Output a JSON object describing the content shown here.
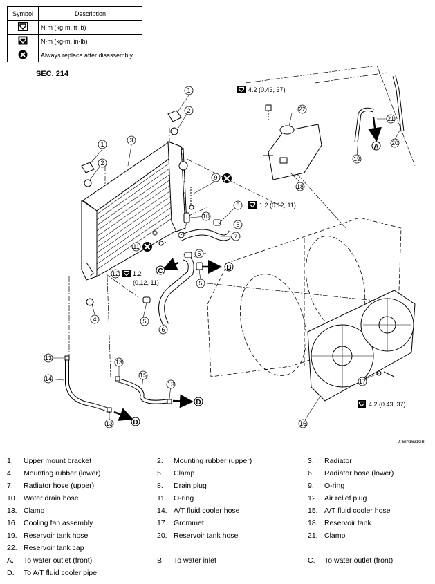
{
  "legend": {
    "header_symbol": "Symbol",
    "header_description": "Description",
    "rows": [
      {
        "icon": "torque-wrench-icon",
        "description": "N·m (kg-m, ft-lb)"
      },
      {
        "icon": "torque-wrench-icon",
        "description": "N·m (kg-m, in-lb)"
      },
      {
        "icon": "replace-x-icon",
        "description": "Always replace after disassembly."
      }
    ]
  },
  "section_label": "SEC. 214",
  "diagram_code": "JPBIA1631GB",
  "torque_labels": {
    "reservoir_bolt": "4.2 (0.43, 37)",
    "drain_plug": "1.2 (0.12, 11)",
    "air_relief_value": "1.2",
    "air_relief_units": "(0.12, 11)",
    "fan_bolt": "4.2 (0.43, 37)"
  },
  "callouts": [
    "1",
    "2",
    "3",
    "4",
    "5",
    "6",
    "7",
    "8",
    "9",
    "10",
    "11",
    "12",
    "13",
    "14",
    "15",
    "16",
    "17",
    "18",
    "19",
    "20",
    "21",
    "22"
  ],
  "direction_letters": [
    "A",
    "B",
    "C",
    "D"
  ],
  "parts": [
    {
      "num": "1.",
      "label": "Upper mount bracket"
    },
    {
      "num": "2.",
      "label": "Mounting rubber (upper)"
    },
    {
      "num": "3.",
      "label": "Radiator"
    },
    {
      "num": "4.",
      "label": "Mounting rubber (lower)"
    },
    {
      "num": "5.",
      "label": "Clamp"
    },
    {
      "num": "6.",
      "label": "Radiator hose (lower)"
    },
    {
      "num": "7.",
      "label": "Radiator hose (upper)"
    },
    {
      "num": "8.",
      "label": "Drain plug"
    },
    {
      "num": "9.",
      "label": "O-ring"
    },
    {
      "num": "10.",
      "label": "Water drain hose"
    },
    {
      "num": "11.",
      "label": "O-ring"
    },
    {
      "num": "12.",
      "label": "Air relief plug"
    },
    {
      "num": "13.",
      "label": "Clamp"
    },
    {
      "num": "14.",
      "label": "A/T fluid cooler hose"
    },
    {
      "num": "15.",
      "label": "A/T fluid cooler hose"
    },
    {
      "num": "16.",
      "label": "Cooling fan assembly"
    },
    {
      "num": "17.",
      "label": "Grommet"
    },
    {
      "num": "18.",
      "label": "Reservoir tank"
    },
    {
      "num": "19.",
      "label": "Reservoir tank hose"
    },
    {
      "num": "20.",
      "label": "Reservoir tank hose"
    },
    {
      "num": "21.",
      "label": "Clamp"
    },
    {
      "num": "22.",
      "label": "Reservoir tank cap"
    },
    {
      "num": "",
      "label": ""
    },
    {
      "num": "",
      "label": ""
    },
    {
      "num": "A.",
      "label": "To water outlet (front)"
    },
    {
      "num": "B.",
      "label": "To water inlet"
    },
    {
      "num": "C.",
      "label": "To water outlet (front)"
    },
    {
      "num": "D.",
      "label": "To A/T fluid cooler pipe"
    }
  ]
}
